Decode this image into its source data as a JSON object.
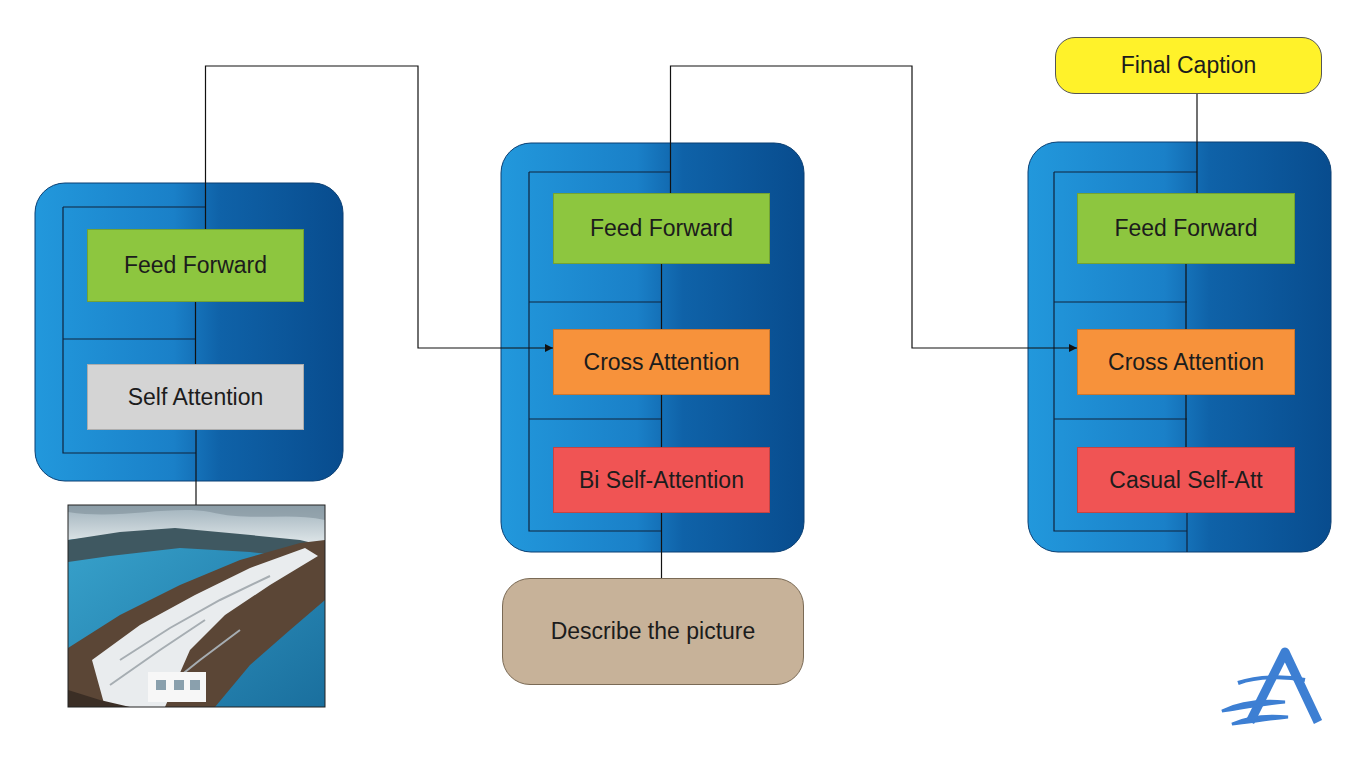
{
  "diagram": {
    "nodes": [
      {
        "text": [
          "Feed Forward"
        ]
      },
      {
        "text": [
          "Self Attention"
        ]
      },
      {
        "text": [
          "Feed Forward"
        ]
      },
      {
        "text": [
          "Cross Attention"
        ]
      },
      {
        "text": [
          "Bi Self-Attention"
        ]
      },
      {
        "text": [
          "Describe the picture"
        ]
      },
      {
        "text": [
          "Final Caption"
        ]
      },
      {
        "text": [
          "Feed Forward"
        ]
      },
      {
        "text": [
          "Cross Attention"
        ]
      },
      {
        "text": [
          "Casual Self-Att"
        ]
      }
    ],
    "edges": [
      {
        "from": 0,
        "to": 3,
        "arrow": "to"
      },
      {
        "from": 1,
        "to": 0,
        "arrow": "none"
      },
      {
        "from": 4,
        "to": 3,
        "arrow": "none"
      },
      {
        "from": 3,
        "to": 2,
        "arrow": "none"
      },
      {
        "from": 5,
        "to": 4,
        "arrow": "none"
      },
      {
        "from": 2,
        "to": 8,
        "arrow": "to"
      },
      {
        "from": 9,
        "to": 8,
        "arrow": "none"
      },
      {
        "from": 8,
        "to": 7,
        "arrow": "none"
      },
      {
        "from": 7,
        "to": 6,
        "arrow": "none"
      }
    ]
  }
}
